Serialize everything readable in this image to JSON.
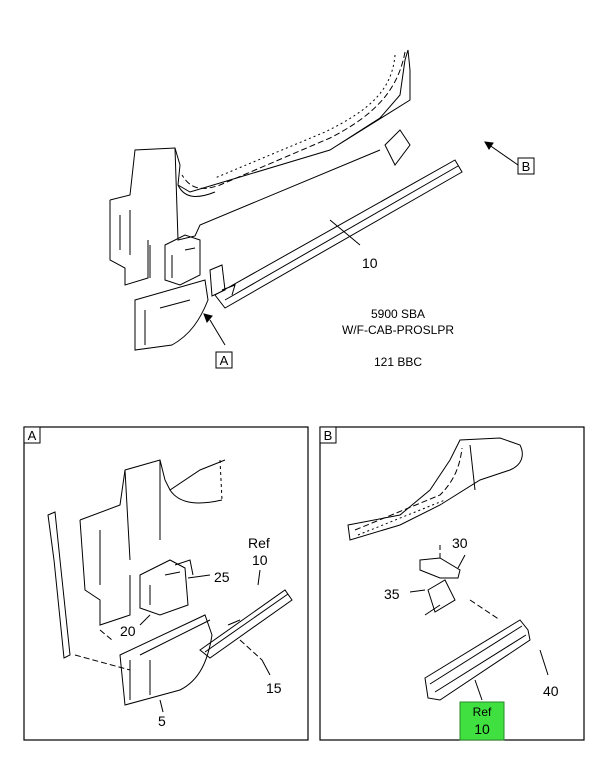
{
  "header": {
    "model": "5900 SBA",
    "description": "W/F-CAB-PROSLPR",
    "code": "121 BBC"
  },
  "main_view": {
    "view_a_tag": "A",
    "view_b_tag": "B",
    "callout_10": "10"
  },
  "detail_a": {
    "tag": "A",
    "ref_label": "Ref",
    "ref_number": "10",
    "callout_25": "25",
    "callout_20": "20",
    "callout_15": "15",
    "callout_5": "5"
  },
  "detail_b": {
    "tag": "B",
    "callout_30": "30",
    "callout_35": "35",
    "callout_40": "40",
    "ref_label": "Ref",
    "ref_number": "10",
    "ref_highlight_color": "#3fe03f"
  }
}
